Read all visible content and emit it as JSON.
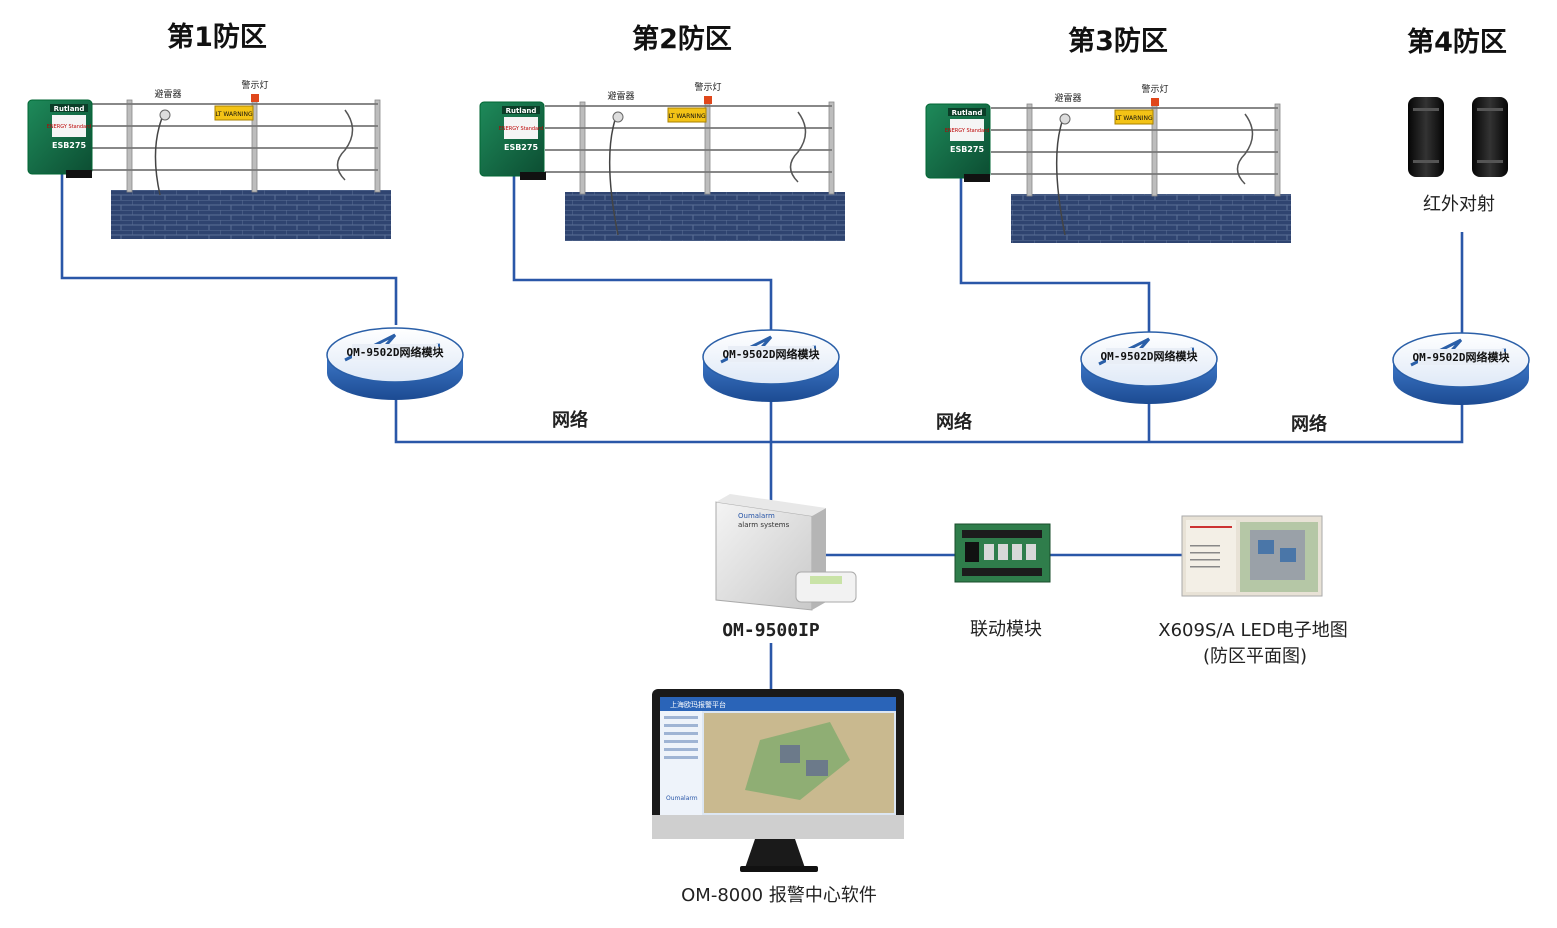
{
  "zones": [
    {
      "title": "第1防区",
      "arrester_label": "避雷器",
      "lamp_label": "警示灯",
      "energizer_brand": "Rutland",
      "energizer_model": "ESB275",
      "energizer_sub": "ENERGY Standard",
      "sign_text": "LT WARNING"
    },
    {
      "title": "第2防区",
      "arrester_label": "避雷器",
      "lamp_label": "警示灯",
      "energizer_brand": "Rutland",
      "energizer_model": "ESB275",
      "energizer_sub": "ENERGY Standard",
      "sign_text": "LT WARNING"
    },
    {
      "title": "第3防区",
      "arrester_label": "避雷器",
      "lamp_label": "警示灯",
      "energizer_brand": "Rutland",
      "energizer_model": "ESB275",
      "energizer_sub": "ENERGY Standard",
      "sign_text": "LT WARNING"
    },
    {
      "title": "第4防区",
      "device_label": "红外对射"
    }
  ],
  "network_module_label": "OM-9502D网络模块",
  "network_labels": [
    "网络",
    "网络",
    "网络"
  ],
  "panel": {
    "label": "OM-9500IP",
    "brand": "Oumalarm",
    "subtitle": "alarm systems"
  },
  "linkage": {
    "label": "联动模块"
  },
  "led_map": {
    "label_line1": "X609S/A LED电子地图",
    "label_line2": "(防区平面图)"
  },
  "software": {
    "label": "OM-8000 报警中心软件",
    "screen_title": "上海欧玛报警平台",
    "brand": "Oumalarm"
  },
  "colors": {
    "line": "#2a57a8",
    "brick": "#2f4470",
    "module_top": "#ffffff",
    "module_side": "#2a5fa8"
  }
}
